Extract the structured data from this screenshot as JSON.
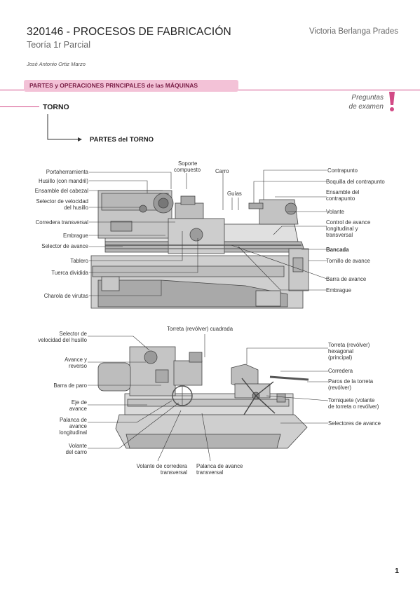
{
  "header": {
    "course_title": "320146 - PROCESOS DE FABRICACIÓN",
    "author": "Victoria Berlanga Prades",
    "subtitle": "Teoría 1r Parcial",
    "professor": "José Antonio Ortiz Marzo"
  },
  "section_banner": "PARTES y OPERACIONES PRINCIPALES de las MÁQUINAS",
  "exam_note": {
    "line1": "Preguntas",
    "line2": "de examen",
    "mark": "!"
  },
  "topic": "TORNO",
  "subtopic": "PARTES del TORNO",
  "diagram1": {
    "left_labels": [
      "Portaherramienta",
      "Husillo (con mandril)",
      "Ensamble del cabezal",
      "Selector de velocidad",
      "del husillo",
      "Corredera transversal",
      "Embrague",
      "Selector de avance",
      "Tablero",
      "Tuerca dividida",
      "Charola de virutas"
    ],
    "top_labels": [
      "Soporte",
      "compuesto",
      "Carro",
      "Guías"
    ],
    "right_labels": [
      "Contrapunto",
      "Boquilla del contrapunto",
      "Ensamble del",
      "contrapunto",
      "Volante",
      "Control de avance",
      "longitudinal y",
      "transversal",
      "Bancada",
      "Tornillo de avance",
      "Barra de avance",
      "Embrague"
    ]
  },
  "diagram2": {
    "left_labels": [
      "Selector de",
      "velocidad del husillo",
      "Avance y",
      "reverso",
      "Barra de paro",
      "Eje de",
      "avance",
      "Palanca de",
      "avance",
      "longitudinal",
      "Volante",
      "del carro"
    ],
    "top_labels": [
      "Torreta (revólver) cuadrada"
    ],
    "right_labels": [
      "Torreta (revólver)",
      "hexagonal",
      "(principal)",
      "Corredera",
      "Paros de la torreta",
      "(revólver)",
      "Torniquete (volante",
      "de torreta o revólver)",
      "Selectores de avance"
    ],
    "bottom_labels": [
      "Volante de corredera",
      "transversal",
      "Palanca de avance",
      "transversal"
    ]
  },
  "page_number": "1",
  "colors": {
    "accent": "#d24a86",
    "banner_bg": "#f3c2d7",
    "banner_text": "#7a1f47"
  }
}
